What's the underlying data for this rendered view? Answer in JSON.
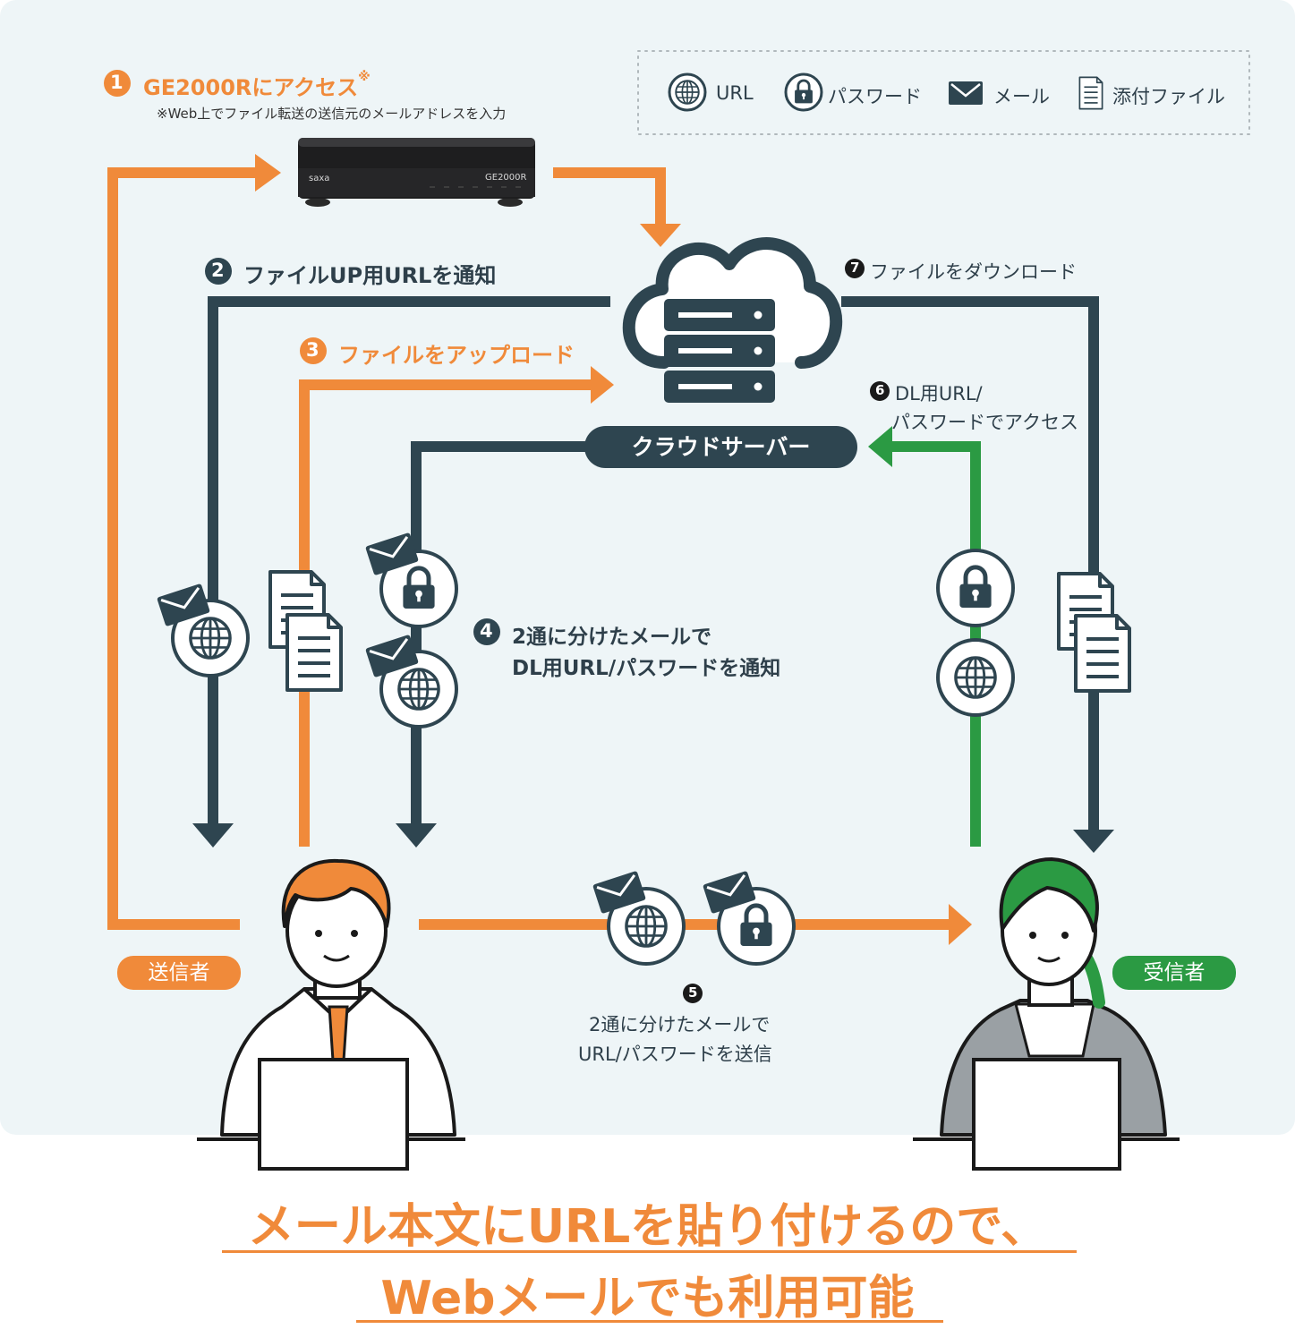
{
  "colors": {
    "orange": "#f08a3a",
    "navy": "#2e4550",
    "green": "#2b9a43",
    "panel": "#eef5f7",
    "dark_text": "#2e3f4a"
  },
  "legend": [
    {
      "icon": "globe-icon",
      "label": "URL"
    },
    {
      "icon": "lock-icon",
      "label": "パスワード"
    },
    {
      "icon": "mail-icon",
      "label": "メール"
    },
    {
      "icon": "document-icon",
      "label": "添付ファイル"
    }
  ],
  "steps": {
    "s1": {
      "num": "1",
      "title": "GE2000Rにアクセス",
      "mark": "※",
      "note": "※Web上でファイル転送の送信元のメールアドレスを入力"
    },
    "s2": {
      "num": "2",
      "title": "ファイルUP用URLを通知"
    },
    "s3": {
      "num": "3",
      "title": "ファイルをアップロード"
    },
    "s4": {
      "num": "4",
      "line1": "2通に分けたメールで",
      "line2": "DL用URL/パスワードを通知"
    },
    "s5": {
      "num": "5",
      "line1": "2通に分けたメールで",
      "line2": "URL/パスワードを送信"
    },
    "s6": {
      "num": "6",
      "line1": "DL用URL/",
      "line2": "パスワードでアクセス"
    },
    "s7": {
      "num": "7",
      "title": "ファイルをダウンロード"
    }
  },
  "device": {
    "brand": "saxa",
    "model": "GE2000R"
  },
  "cloud_label": "クラウドサーバー",
  "sender_label": "送信者",
  "receiver_label": "受信者",
  "headline": {
    "line1": "メール本文にURLを貼り付けるので、",
    "line2": "Webメールでも利用可能"
  }
}
